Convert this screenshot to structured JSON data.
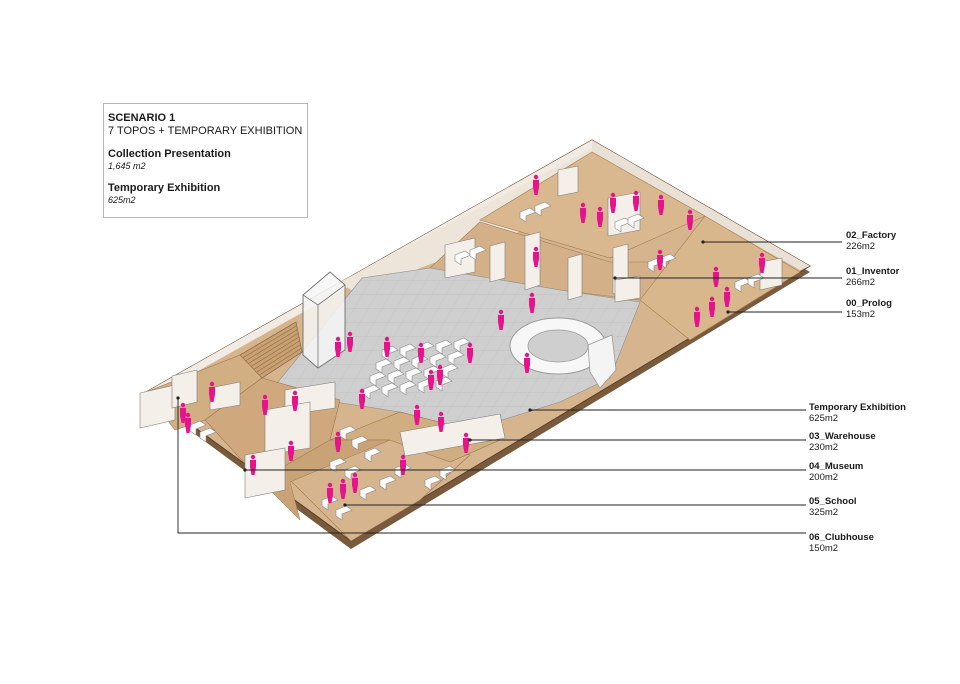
{
  "info_box": {
    "title": "SCENARIO 1",
    "subtitle": "7 TOPOS + TEMPORARY EXHIBITION",
    "collection_label": "Collection Presentation",
    "collection_area": "1,645 m2",
    "temporary_label": "Temporary Exhibition",
    "temporary_area": "625m2"
  },
  "zones": [
    {
      "name": "02_Factory",
      "area": "226m2"
    },
    {
      "name": "01_Inventor",
      "area": "266m2"
    },
    {
      "name": "00_Prolog",
      "area": "153m2"
    },
    {
      "name": "Temporary Exhibition",
      "area": "625m2"
    },
    {
      "name": "03_Warehouse",
      "area": "230m2"
    },
    {
      "name": "04_Museum",
      "area": "200m2"
    },
    {
      "name": "05_School",
      "area": "325m2"
    },
    {
      "name": "06_Clubhouse",
      "area": "150m2"
    }
  ],
  "colors": {
    "floor_wood": "#d6b58e",
    "floor_wood_dark": "#b98f62",
    "floor_hall": "#cfcfcf",
    "wall": "#ece4da",
    "figure": "#e6148c",
    "leader": "#222222"
  }
}
